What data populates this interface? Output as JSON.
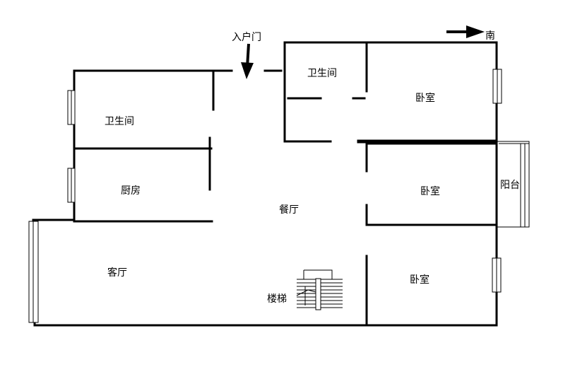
{
  "labels": {
    "entrance": "入户门",
    "south": "南",
    "bathroom_top": "卫生间",
    "bedroom_top": "卧室",
    "bathroom_left": "卫生间",
    "kitchen": "厨房",
    "dining": "餐厅",
    "bedroom_mid": "卧室",
    "balcony": "阳台",
    "living": "客厅",
    "stairs": "楼梯",
    "bedroom_bottom": "卧室"
  },
  "colors": {
    "wall": "#000000",
    "background": "#ffffff"
  },
  "icons": [
    "entrance-arrow-icon",
    "south-compass-arrow-icon",
    "stair-icon"
  ]
}
